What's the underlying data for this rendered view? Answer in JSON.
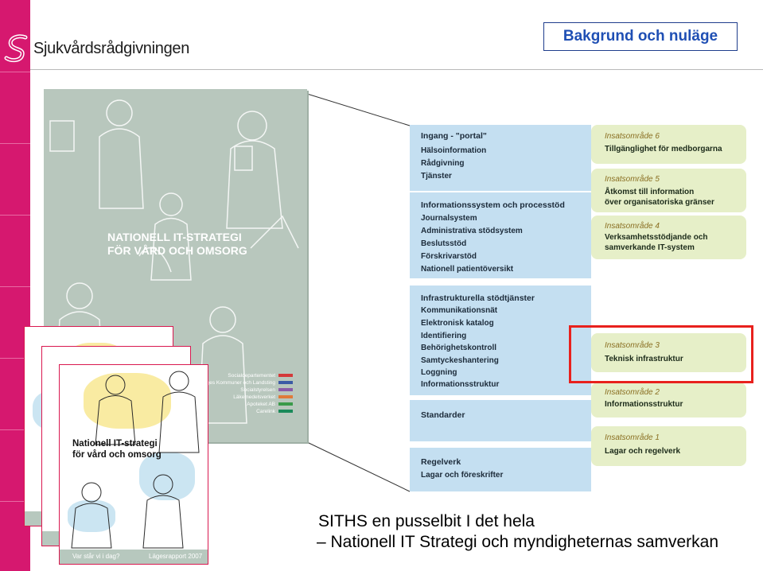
{
  "header": {
    "logo_text": "Sjukvårdsrådgivningen",
    "slide_title": "Bakgrund och nuläge"
  },
  "cover_main": {
    "title_line1": "NATIONELL IT-STRATEGI",
    "title_line2": "FÖR VÅRD OCH OMSORG",
    "publishers": [
      "Socialdepartementet",
      "Sveriges Kommuner och Landsting",
      "Socialstyrelsen",
      "Läkemedelsverket",
      "Apoteket AB",
      "Carelink"
    ],
    "publisher_colors": [
      "#d43a3a",
      "#3b5ba5",
      "#8a5aa8",
      "#e07a3a",
      "#3a9a4a",
      "#1a8a5a"
    ]
  },
  "cover_small": {
    "title_line1": "Nationell IT-strategi",
    "title_line2": "för vård och omsorg",
    "footer_left": "Var står vi i dag?",
    "footer_right": "Lägesrapport 2007"
  },
  "diagram": {
    "blocks": [
      {
        "head": "Ingang - \"portal\"",
        "items": [
          "Hälsoinformation",
          "Rådgivning",
          "Tjänster"
        ]
      },
      {
        "head": "Informationssystem och processtöd",
        "items": [
          "Journalsystem",
          "Administrativa stödsystem",
          "Beslutsstöd",
          "Förskrivarstöd",
          "Nationell patientöversikt"
        ]
      },
      {
        "head": "Infrastrukturella stödtjänster",
        "items": [
          "Kommunikationsnät",
          "Elektronisk katalog",
          "Identifiering",
          "Behörighetskontroll",
          "Samtyckeshantering",
          "Loggning",
          "Informationsstruktur"
        ]
      },
      {
        "head": "Standarder",
        "items": []
      },
      {
        "head": "Regelverk",
        "items": [
          "Lagar och föreskrifter"
        ]
      }
    ],
    "insatsomraden": [
      {
        "area": "Insatsområde 6",
        "name": "Tillgänglighet för medborgarna"
      },
      {
        "area": "Insatsområde 5",
        "name": "Åtkomst till information",
        "name2": "över organisatoriska gränser"
      },
      {
        "area": "Insatsområde 4",
        "name": "Verksamhetsstödjande och",
        "name2": "samverkande IT-system"
      },
      {
        "area": "Insatsområde 3",
        "name": "Teknisk infrastruktur"
      },
      {
        "area": "Insatsområde 2",
        "name": "Informationsstruktur"
      },
      {
        "area": "Insatsområde 1",
        "name": "Lagar och regelverk"
      }
    ],
    "highlight_color": "#e8211d"
  },
  "caption": {
    "line1": "SITHS en  pusselbit I det hela",
    "line2": "– Nationell IT Strategi och myndigheternas samverkan"
  }
}
